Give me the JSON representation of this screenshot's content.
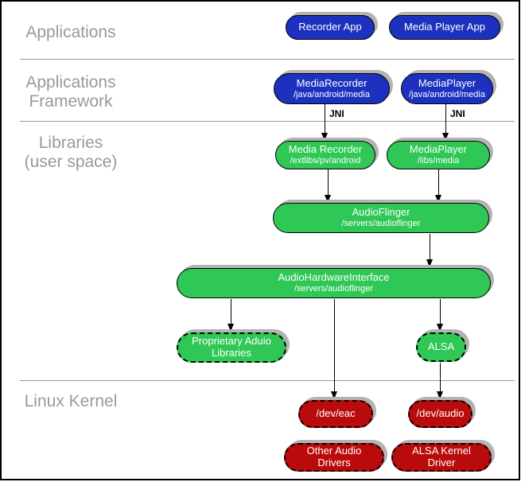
{
  "sections": {
    "applications": {
      "label": "Applications"
    },
    "framework": {
      "label": "Applications\n Framework"
    },
    "libraries": {
      "label": "Libraries\n(user space)"
    },
    "kernel": {
      "label": "Linux Kernel"
    }
  },
  "nodes": {
    "recorder_app": {
      "title": "Recorder App"
    },
    "media_player_app": {
      "title": "Media Player App"
    },
    "media_recorder_fw": {
      "title": "MediaRecorder",
      "subtitle": "/java/android/media"
    },
    "media_player_fw": {
      "title": "MediaPlayer",
      "subtitle": "/java/android/media"
    },
    "media_recorder_lib": {
      "title": "Media Recorder",
      "subtitle": "/extlibs/pv/android"
    },
    "media_player_lib": {
      "title": "MediaPlayer",
      "subtitle": "/libs/media"
    },
    "audioflinger": {
      "title": "AudioFlinger",
      "subtitle": "/servers/audioflinger"
    },
    "audio_hw_interface": {
      "title": "AudioHardwareInterface",
      "subtitle": "/servers/audioflinger"
    },
    "proprietary_libs": {
      "title": "Proprietary Aduio Libraries"
    },
    "alsa": {
      "title": "ALSA"
    },
    "dev_eac": {
      "title": "/dev/eac"
    },
    "dev_audio": {
      "title": "/dev/audio"
    },
    "other_audio_drivers": {
      "title": "Other Audio Drivers"
    },
    "alsa_kernel_driver": {
      "title": "ALSA Kernel Driver"
    }
  },
  "labels": {
    "jni_left": "JNI",
    "jni_right": "JNI"
  },
  "colors": {
    "blue": "#1C32BE",
    "green": "#2FC755",
    "red": "#B90B0B",
    "shadow": "#B3B3B3",
    "section_text": "#999999",
    "divider": "#999999"
  }
}
